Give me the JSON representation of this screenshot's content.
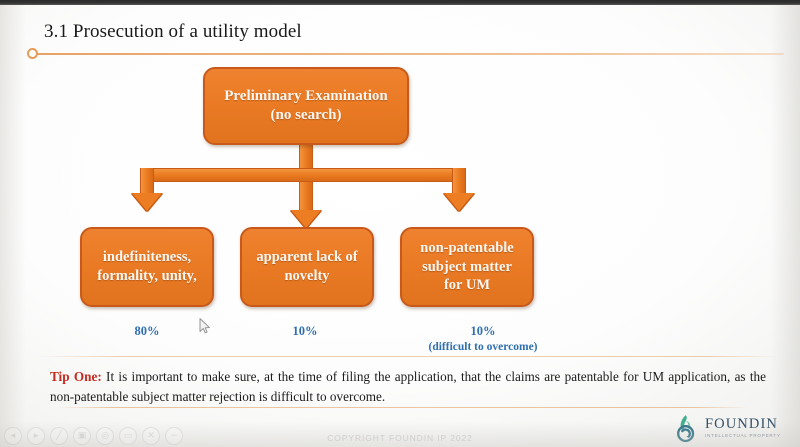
{
  "slide": {
    "title": "3.1 Prosecution of a utility model",
    "accent_color": "#e89a57",
    "box_color": "#ea7a24",
    "box_border_color": "#c8591a",
    "percent_color": "#2e6fb0",
    "tip_label_color": "#c62a1e"
  },
  "flow": {
    "root": {
      "line1": "Preliminary Examination",
      "line2": "(no search)"
    },
    "branches": [
      {
        "line1": "indefiniteness,",
        "line2": "formality, unity,",
        "line3": "",
        "percent": "80%",
        "note": ""
      },
      {
        "line1": "apparent lack of",
        "line2": "novelty",
        "line3": "",
        "percent": "10%",
        "note": ""
      },
      {
        "line1": "non-patentable",
        "line2": "subject matter",
        "line3": "for UM",
        "percent": "10%",
        "note": "(difficult to overcome)"
      }
    ]
  },
  "tip": {
    "label": "Tip One",
    "separator": ":",
    "text": " It is important to make sure, at the time of filing the application, that the claims are patentable for UM application, as the non-patentable subject matter rejection is difficult to overcome."
  },
  "footer": {
    "copyright": "COPYRIGHT FOUNDIN IP 2022",
    "logo_name": "FOUNDIN",
    "logo_sub": "INTELLECTUAL PROPERTY"
  },
  "player": {
    "buttons": [
      {
        "name": "previous-icon",
        "glyph": "◂"
      },
      {
        "name": "play-icon",
        "glyph": "▸"
      },
      {
        "name": "pen-icon",
        "glyph": "╱"
      },
      {
        "name": "camera-icon",
        "glyph": "▣"
      },
      {
        "name": "search-icon",
        "glyph": "◎"
      },
      {
        "name": "subtitles-icon",
        "glyph": "▭"
      },
      {
        "name": "no-video-icon",
        "glyph": "✕"
      },
      {
        "name": "minimize-icon",
        "glyph": "−"
      }
    ]
  }
}
